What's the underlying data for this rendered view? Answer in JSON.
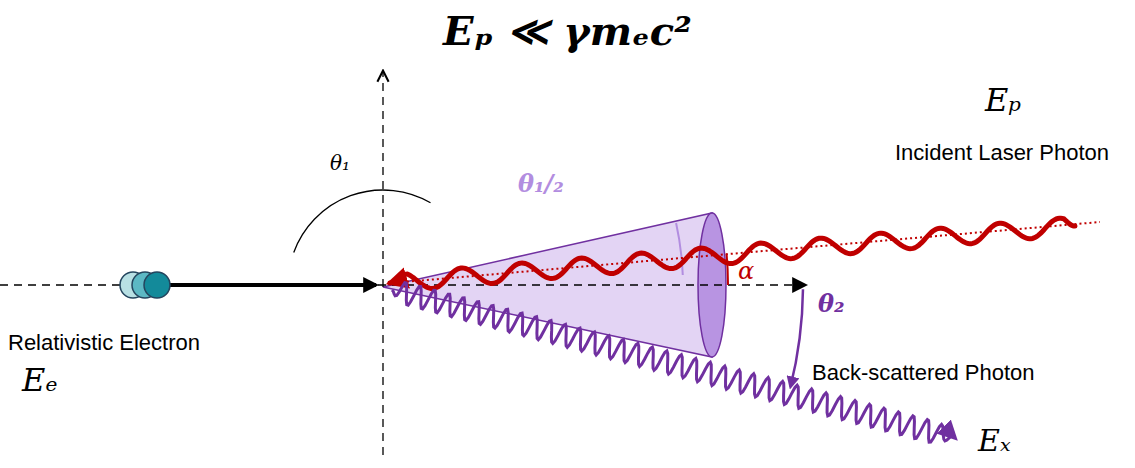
{
  "diagram": {
    "title": "Eₚ ≪ γmₑc²",
    "labels": [
      "Eₚ",
      "Incident Laser Photon",
      "θ₁/₂",
      "θ₁",
      "α",
      "θ₂",
      "Relativistic Electron",
      "Eₑ",
      "Back-scattered Photon",
      "Eₓ"
    ]
  }
}
